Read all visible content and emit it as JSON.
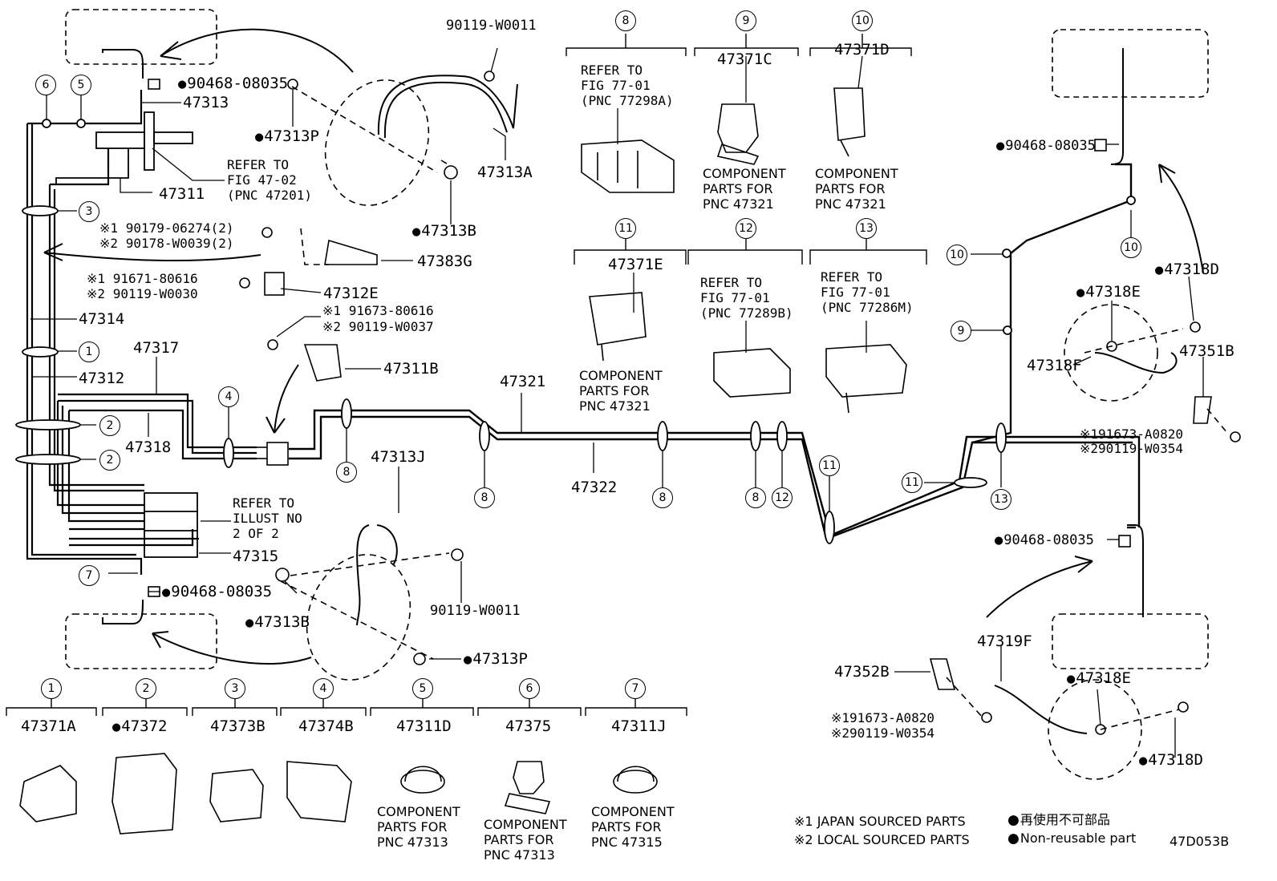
{
  "parts": {
    "p90119_w0011_top": "90119-W0011",
    "p90468_08035_top": "90468-08035",
    "p47313": "47313",
    "p47313P_top": "47313P",
    "p47313A": "47313A",
    "p47313B_top": "47313B",
    "p47311": "47311",
    "p90179_06274": "90179-06274(2)",
    "p90178_w0039": "90178-W0039(2)",
    "p47383G": "47383G",
    "p91671_80616": "91671-80616",
    "p90119_w0030": "90119-W0030",
    "p47312E": "47312E",
    "p47314": "47314",
    "p91673_80616": "91673-80616",
    "p90119_w0037": "90119-W0037",
    "p47311B": "47311B",
    "p47317": "47317",
    "p47312": "47312",
    "p47318": "47318",
    "p47321": "47321",
    "p47322": "47322",
    "p47313J": "47313J",
    "p47315": "47315",
    "p90468_08035_left": "90468-08035",
    "p47313B_bottom": "47313B",
    "p90119_w0011_bottom": "90119-W0011",
    "p47313P_bottom": "47313P",
    "p47371C": "47371C",
    "p47371D": "47371D",
    "p47371E": "47371E",
    "p90468_08035_r1": "90468-08035",
    "p47318D_top": "47318D",
    "p47318E_top": "47318E",
    "p47351B": "47351B",
    "p47318F": "47318F",
    "p91673_a0820_r": "91673-A0820",
    "p90119_w0354_r": "90119-W0354",
    "p90468_08035_r2": "90468-08035",
    "p47319F": "47319F",
    "p47352B": "47352B",
    "p91673_a0820_b": "91673-A0820",
    "p90119_w0354_b": "90119-W0354",
    "p47318E_bottom": "47318E",
    "p47318D_bottom": "47318D"
  },
  "marks": {
    "x1": "※1",
    "x2": "※2"
  },
  "notes": {
    "refer_47_02": "REFER TO\nFIG 47-02\n(PNC 47201)",
    "refer_illust": "REFER TO\nILLUST NO\n2 OF 2",
    "refer_77298A": "REFER TO\nFIG 77-01\n(PNC 77298A)",
    "refer_77289B": "REFER TO\nFIG 77-01\n(PNC 77289B)",
    "refer_77286M": "REFER TO\nFIG 77-01\n(PNC 77286M)",
    "comp_47321_c": "COMPONENT\nPARTS FOR\nPNC 47321",
    "comp_47321_d": "COMPONENT\nPARTS FOR\nPNC 47321",
    "comp_47321_e": "COMPONENT\nPARTS FOR\nPNC 47321",
    "comp_47313_d": "COMPONENT\nPARTS FOR\nPNC 47313",
    "comp_47313_6": "COMPONENT\nPARTS FOR\nPNC 47313",
    "comp_47315": "COMPONENT\nPARTS FOR\nPNC 47315"
  },
  "callouts": [
    "1",
    "2",
    "3",
    "4",
    "5",
    "6",
    "7",
    "8",
    "9",
    "10",
    "11",
    "12",
    "13"
  ],
  "legend_table": [
    {
      "num": "1",
      "part": "47371A"
    },
    {
      "num": "2",
      "part": "47372"
    },
    {
      "num": "3",
      "part": "47373B"
    },
    {
      "num": "4",
      "part": "47374B"
    },
    {
      "num": "5",
      "part": "47311D"
    },
    {
      "num": "6",
      "part": "47375"
    },
    {
      "num": "7",
      "part": "47311J"
    }
  ],
  "footer": {
    "japan": "JAPAN SOURCED PARTS",
    "local": "LOCAL SOURCED PARTS",
    "reuse_jp": "再使用不可部品",
    "reuse_en": "Non-reusable part",
    "code": "47D053B"
  }
}
